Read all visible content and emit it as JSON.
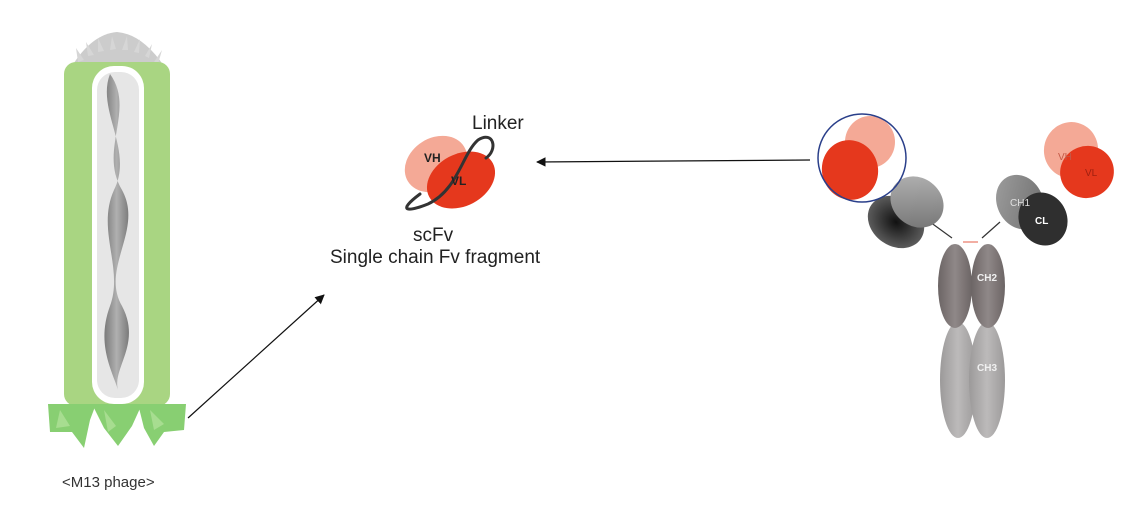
{
  "phage": {
    "caption": "<M13 phage>",
    "colors": {
      "coat": "#a9d582",
      "core": "#ffffff",
      "helix": "#8e8e8e",
      "cap": "#cccccc",
      "tail": "#88cf72"
    }
  },
  "scfv": {
    "vh_label": "VH",
    "vl_label": "VL",
    "linker_label": "Linker",
    "name": "scFv",
    "subtitle": "Single chain Fv fragment",
    "colors": {
      "vh": "#f4a996",
      "vl": "#e5381d",
      "linker": "#333333"
    }
  },
  "antibody": {
    "labels": {
      "vh": "VH",
      "vl": "VL",
      "ch1": "CH1",
      "cl": "CL",
      "ch2": "CH2",
      "ch3": "CH3"
    },
    "colors": {
      "vh": "#f4a996",
      "vl": "#e5381d",
      "ch1": "#8a8a8a",
      "cl": "#2f2f2f",
      "ch2": "#7e7777",
      "ch3": "#a9a7a7",
      "highlight_circle": "#2a3f8a"
    }
  },
  "arrows": [
    {
      "from": "phage",
      "to": "scFv"
    },
    {
      "from": "antibody",
      "to": "scFv"
    }
  ]
}
